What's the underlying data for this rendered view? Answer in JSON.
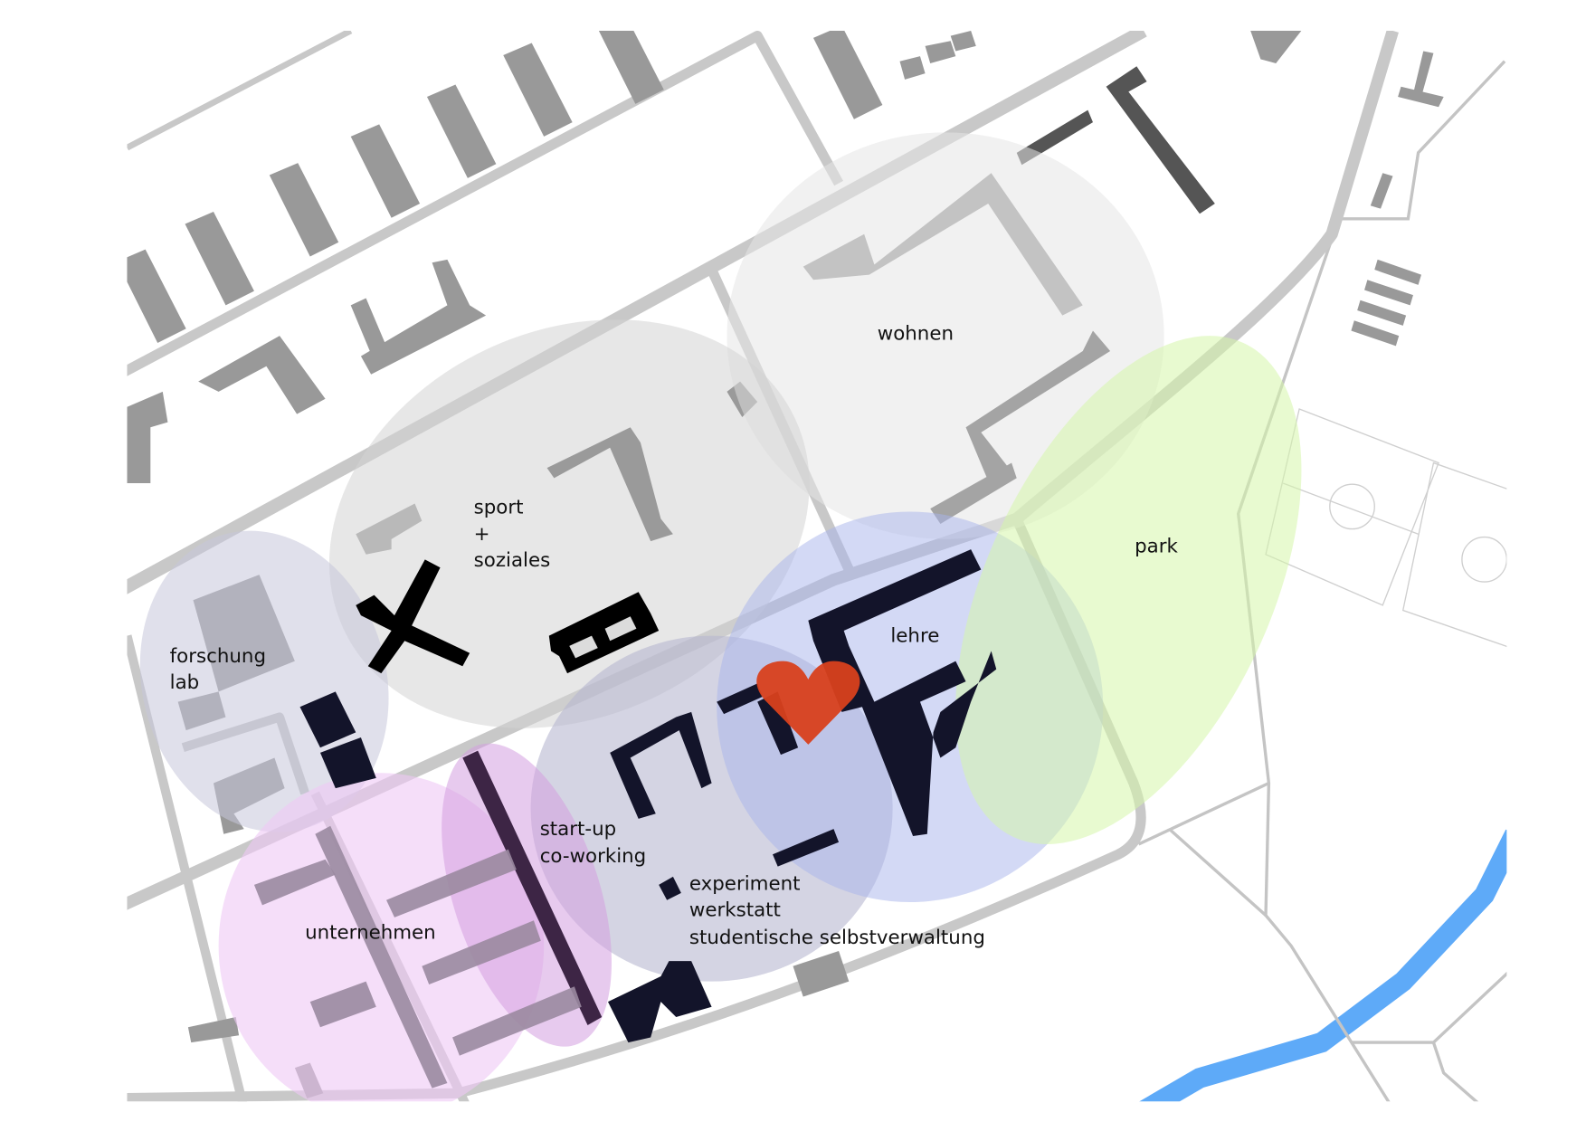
{
  "map": {
    "zones": [
      {
        "id": "wohnen",
        "label": "wohnen",
        "color": "#eeeeee"
      },
      {
        "id": "sport",
        "label_lines": [
          "sport",
          "+",
          "soziales"
        ],
        "color": "#dcdcdc"
      },
      {
        "id": "forschung",
        "label_lines": [
          "forschung",
          "lab"
        ],
        "color": "#d9d9e6"
      },
      {
        "id": "lehre",
        "label": "lehre",
        "color": "#c8d0f0"
      },
      {
        "id": "park",
        "label": "park",
        "color": "#e6f8c8"
      },
      {
        "id": "startup",
        "label_lines": [
          "start-up",
          "co-working"
        ],
        "color": "#c9c9dc"
      },
      {
        "id": "experiment",
        "label_lines": [
          "experiment",
          "werkstatt",
          "studentische selbstverwaltung"
        ]
      },
      {
        "id": "unternehmen",
        "label": "unternehmen",
        "color": "#f1d2f6"
      }
    ],
    "colors": {
      "road": "#c8c8c8",
      "river": "#5eaaf8",
      "heart": "#d8401c",
      "building_light": "#999999",
      "building_dark": "#555555",
      "building_black": "#13142a"
    }
  }
}
